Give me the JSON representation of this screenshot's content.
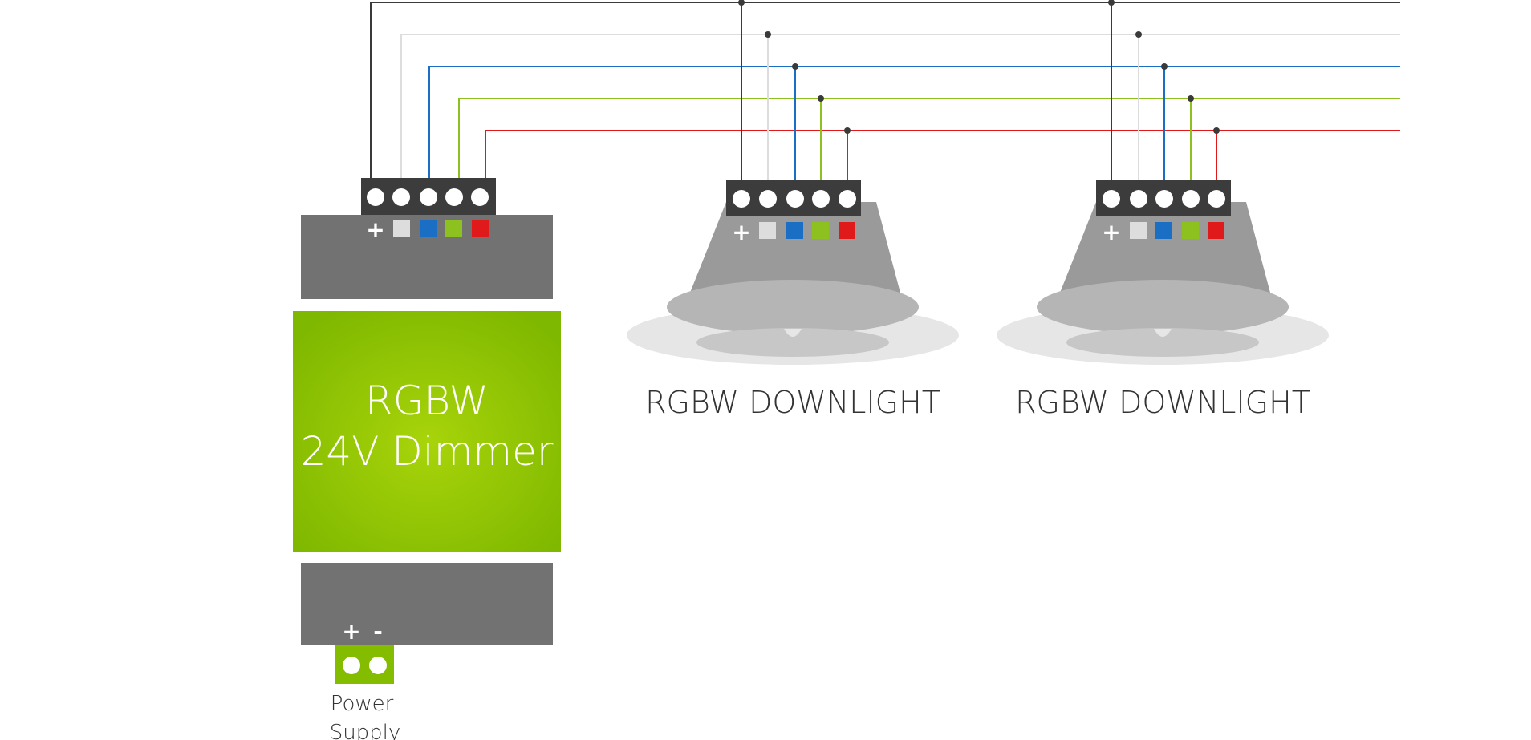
{
  "dimmer": {
    "title_line1": "RGBW",
    "title_line2": "24V Dimmer",
    "output_plus": "+",
    "input_plus": "+",
    "input_minus": "-",
    "power_label_line1": "Power",
    "power_label_line2": "Supply"
  },
  "downlights": [
    {
      "label": "RGBW DOWNLIGHT",
      "plus": "+"
    },
    {
      "label": "RGBW DOWNLIGHT",
      "plus": "+"
    }
  ],
  "wire_colors": {
    "common": "#3a3a3a",
    "white": "#dddddd",
    "blue": "#1a6fc4",
    "green": "#8cc11f",
    "red": "#e01a1a"
  },
  "theme": {
    "accent_green": "#84bd00",
    "body_gray": "#727272",
    "terminal_dark": "#3c3c3c"
  }
}
